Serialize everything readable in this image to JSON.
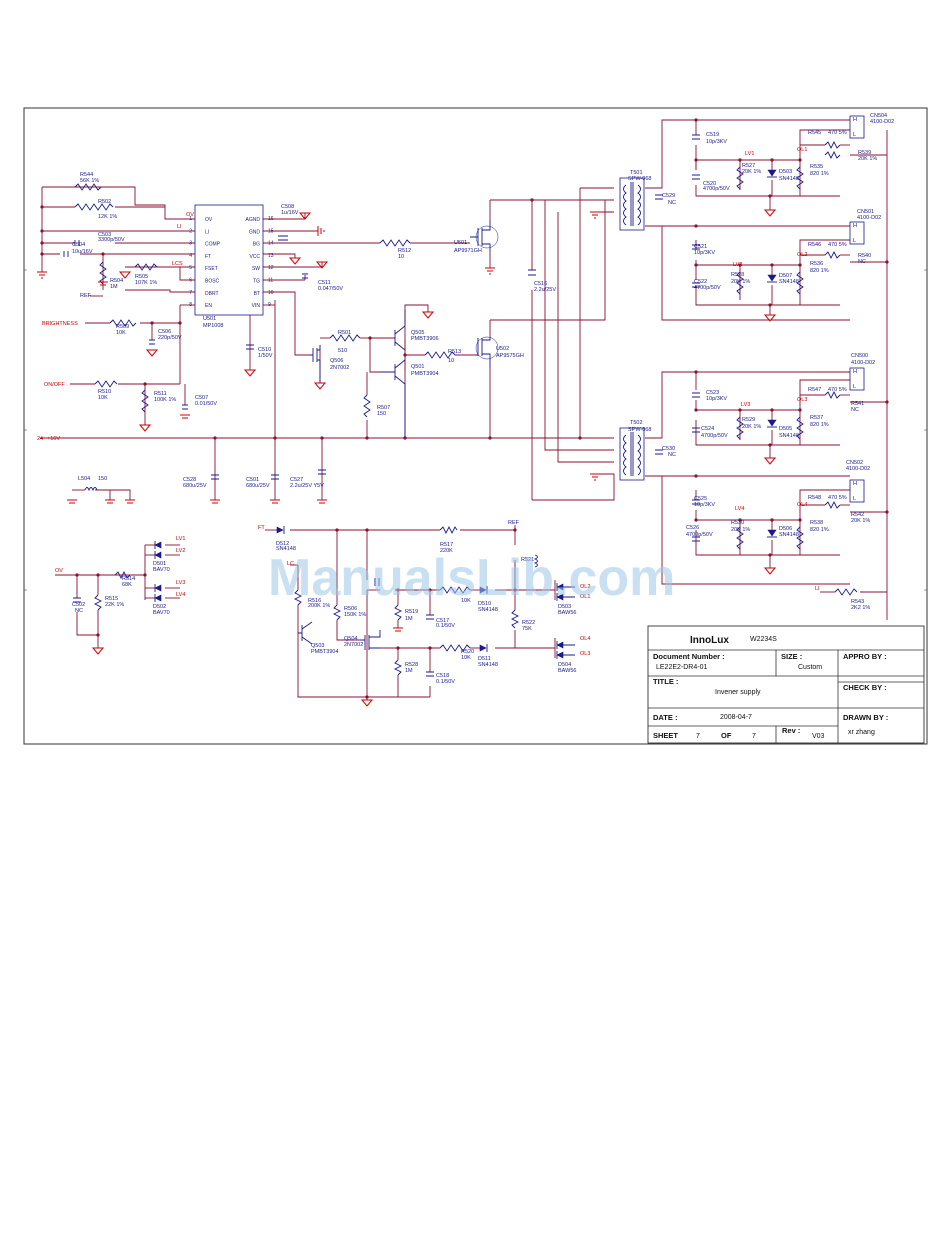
{
  "ic": {
    "ref": "U501",
    "part": "MP1008",
    "pins_left": [
      {
        "num": "1",
        "name": "OV"
      },
      {
        "num": "2",
        "name": "LI"
      },
      {
        "num": "3",
        "name": "COMP"
      },
      {
        "num": "4",
        "name": "FT"
      },
      {
        "num": "5",
        "name": "FSET"
      },
      {
        "num": "6",
        "name": "BOSC"
      },
      {
        "num": "7",
        "name": "DBRT"
      },
      {
        "num": "8",
        "name": "EN"
      }
    ],
    "pins_right": [
      {
        "num": "16",
        "name": "AGND"
      },
      {
        "num": "15",
        "name": "GND"
      },
      {
        "num": "14",
        "name": "BG"
      },
      {
        "num": "13",
        "name": "VCC"
      },
      {
        "num": "12",
        "name": "SW"
      },
      {
        "num": "11",
        "name": "TG"
      },
      {
        "num": "10",
        "name": "BT"
      },
      {
        "num": "9",
        "name": "VIN"
      }
    ]
  },
  "labels": [
    {
      "t": "R544",
      "c": "b"
    },
    {
      "t": "56K 1%",
      "c": "b"
    },
    {
      "t": "R502",
      "c": "b"
    },
    {
      "t": "12K 1%",
      "c": "b"
    },
    {
      "t": "C503",
      "c": "b"
    },
    {
      "t": "3300p/50V",
      "c": "b"
    },
    {
      "t": "C504",
      "c": "b"
    },
    {
      "t": "10u/16V",
      "c": "b"
    },
    {
      "t": "R504",
      "c": "b"
    },
    {
      "t": "1M",
      "c": "b"
    },
    {
      "t": "R505",
      "c": "b"
    },
    {
      "t": "107K 1%",
      "c": "b"
    },
    {
      "t": "REF",
      "c": "b"
    },
    {
      "t": "BRIGHTNESS",
      "c": "r"
    },
    {
      "t": "R509",
      "c": "b"
    },
    {
      "t": "10K",
      "c": "b"
    },
    {
      "t": "C506",
      "c": "b"
    },
    {
      "t": "220p/50V",
      "c": "b"
    },
    {
      "t": "ON/OFF",
      "c": "r"
    },
    {
      "t": "R510",
      "c": "b"
    },
    {
      "t": "10K",
      "c": "b"
    },
    {
      "t": "R511",
      "c": "b"
    },
    {
      "t": "100K 1%",
      "c": "b"
    },
    {
      "t": "C507",
      "c": "b"
    },
    {
      "t": "0.01/50V",
      "c": "b"
    },
    {
      "t": "24",
      "c": "r"
    },
    {
      "t": "+16V",
      "c": "r"
    },
    {
      "t": "L504",
      "c": "b"
    },
    {
      "t": "150",
      "c": "b"
    },
    {
      "t": "C528",
      "c": "b"
    },
    {
      "t": "680u/25V",
      "c": "b"
    },
    {
      "t": "C501",
      "c": "b"
    },
    {
      "t": "680u/25V",
      "c": "b"
    },
    {
      "t": "C527",
      "c": "b"
    },
    {
      "t": "2.2u/25V Y5V",
      "c": "b"
    },
    {
      "t": "C508",
      "c": "b"
    },
    {
      "t": "1u/16V",
      "c": "b"
    },
    {
      "t": "C511",
      "c": "b"
    },
    {
      "t": "0.047/50V",
      "c": "b"
    },
    {
      "t": "C510",
      "c": "b"
    },
    {
      "t": "1/50V",
      "c": "b"
    },
    {
      "t": "R512",
      "c": "b"
    },
    {
      "t": "10",
      "c": "b"
    },
    {
      "t": "U501",
      "c": "b"
    },
    {
      "t": "AP9971GH",
      "c": "b"
    },
    {
      "t": "R501",
      "c": "b"
    },
    {
      "t": "510",
      "c": "b"
    },
    {
      "t": "Q506",
      "c": "b"
    },
    {
      "t": "2N7002",
      "c": "b"
    },
    {
      "t": "Q505",
      "c": "b"
    },
    {
      "t": "PMBT3906",
      "c": "b"
    },
    {
      "t": "Q501",
      "c": "b"
    },
    {
      "t": "PMBT3904",
      "c": "b"
    },
    {
      "t": "R513",
      "c": "b"
    },
    {
      "t": "10",
      "c": "b"
    },
    {
      "t": "U502",
      "c": "b"
    },
    {
      "t": "AP9575GH",
      "c": "b"
    },
    {
      "t": "R507",
      "c": "b"
    },
    {
      "t": "150",
      "c": "b"
    },
    {
      "t": "C516",
      "c": "b"
    },
    {
      "t": "2.2u/25V",
      "c": "b"
    },
    {
      "t": "T501",
      "c": "b"
    },
    {
      "t": "SPW-068",
      "c": "b"
    },
    {
      "t": "T502",
      "c": "b"
    },
    {
      "t": "SPW-068",
      "c": "b"
    },
    {
      "t": "C529",
      "c": "b"
    },
    {
      "t": "NC",
      "c": "b"
    },
    {
      "t": "C530",
      "c": "b"
    },
    {
      "t": "NC",
      "c": "b"
    },
    {
      "t": "C519",
      "c": "b"
    },
    {
      "t": "10p/3KV",
      "c": "b"
    },
    {
      "t": "C520",
      "c": "b"
    },
    {
      "t": "4700p/50V",
      "c": "b"
    },
    {
      "t": "R527",
      "c": "b"
    },
    {
      "t": "20K 1%",
      "c": "b"
    },
    {
      "t": "D503",
      "c": "b"
    },
    {
      "t": "SN4148",
      "c": "b"
    },
    {
      "t": "R535",
      "c": "b"
    },
    {
      "t": "820 1%",
      "c": "b"
    },
    {
      "t": "R545",
      "c": "b"
    },
    {
      "t": "470 5%",
      "c": "b"
    },
    {
      "t": "R539",
      "c": "b"
    },
    {
      "t": "20K 1%",
      "c": "b"
    },
    {
      "t": "CN504",
      "c": "b"
    },
    {
      "t": "4100-D02",
      "c": "b"
    },
    {
      "t": "LV1",
      "c": "r"
    },
    {
      "t": "OL1",
      "c": "r"
    },
    {
      "t": "C521",
      "c": "b"
    },
    {
      "t": "10p/3KV",
      "c": "b"
    },
    {
      "t": "C522",
      "c": "b"
    },
    {
      "t": "4700p/50V",
      "c": "b"
    },
    {
      "t": "R528",
      "c": "b"
    },
    {
      "t": "20K 1%",
      "c": "b"
    },
    {
      "t": "D507",
      "c": "b"
    },
    {
      "t": "SN4148",
      "c": "b"
    },
    {
      "t": "R536",
      "c": "b"
    },
    {
      "t": "820 1%",
      "c": "b"
    },
    {
      "t": "R546",
      "c": "b"
    },
    {
      "t": "470 5%",
      "c": "b"
    },
    {
      "t": "R540",
      "c": "b"
    },
    {
      "t": "NC",
      "c": "b"
    },
    {
      "t": "CN501",
      "c": "b"
    },
    {
      "t": "4100-D02",
      "c": "b"
    },
    {
      "t": "LV2",
      "c": "r"
    },
    {
      "t": "OL2",
      "c": "r"
    },
    {
      "t": "C523",
      "c": "b"
    },
    {
      "t": "10p/3KV",
      "c": "b"
    },
    {
      "t": "C524",
      "c": "b"
    },
    {
      "t": "4700p/50V",
      "c": "b"
    },
    {
      "t": "R529",
      "c": "b"
    },
    {
      "t": "20K 1%",
      "c": "b"
    },
    {
      "t": "D505",
      "c": "b"
    },
    {
      "t": "SN4148",
      "c": "b"
    },
    {
      "t": "R537",
      "c": "b"
    },
    {
      "t": "820 1%",
      "c": "b"
    },
    {
      "t": "R547",
      "c": "b"
    },
    {
      "t": "470 5%",
      "c": "b"
    },
    {
      "t": "R541",
      "c": "b"
    },
    {
      "t": "NC",
      "c": "b"
    },
    {
      "t": "CN500",
      "c": "b"
    },
    {
      "t": "4100-D02",
      "c": "b"
    },
    {
      "t": "LV3",
      "c": "r"
    },
    {
      "t": "OL3",
      "c": "r"
    },
    {
      "t": "C525",
      "c": "b"
    },
    {
      "t": "10p/3KV",
      "c": "b"
    },
    {
      "t": "C526",
      "c": "b"
    },
    {
      "t": "4700p/50V",
      "c": "b"
    },
    {
      "t": "R530",
      "c": "b"
    },
    {
      "t": "20K 1%",
      "c": "b"
    },
    {
      "t": "D506",
      "c": "b"
    },
    {
      "t": "SN4148",
      "c": "b"
    },
    {
      "t": "R538",
      "c": "b"
    },
    {
      "t": "820 1%",
      "c": "b"
    },
    {
      "t": "R548",
      "c": "b"
    },
    {
      "t": "470 5%",
      "c": "b"
    },
    {
      "t": "R542",
      "c": "b"
    },
    {
      "t": "20K 1%",
      "c": "b"
    },
    {
      "t": "CN502",
      "c": "b"
    },
    {
      "t": "4100-D02",
      "c": "b"
    },
    {
      "t": "LV4",
      "c": "r"
    },
    {
      "t": "OL4",
      "c": "r"
    },
    {
      "t": "LI",
      "c": "r"
    },
    {
      "t": "R543",
      "c": "b"
    },
    {
      "t": "2K2 1%",
      "c": "b"
    },
    {
      "t": "OV",
      "c": "r"
    },
    {
      "t": "C502",
      "c": "b"
    },
    {
      "t": "NC",
      "c": "b"
    },
    {
      "t": "R514",
      "c": "b"
    },
    {
      "t": "68K",
      "c": "b"
    },
    {
      "t": "R515",
      "c": "b"
    },
    {
      "t": "22K 1%",
      "c": "b"
    },
    {
      "t": "D501",
      "c": "b"
    },
    {
      "t": "BAV70",
      "c": "b"
    },
    {
      "t": "D502",
      "c": "b"
    },
    {
      "t": "BAV70",
      "c": "b"
    },
    {
      "t": "LV1",
      "c": "r"
    },
    {
      "t": "LV2",
      "c": "r"
    },
    {
      "t": "LV3",
      "c": "r"
    },
    {
      "t": "LV4",
      "c": "r"
    },
    {
      "t": "FT",
      "c": "r"
    },
    {
      "t": "D512",
      "c": "b"
    },
    {
      "t": "SN4148",
      "c": "b"
    },
    {
      "t": "R517",
      "c": "b"
    },
    {
      "t": "220K",
      "c": "b"
    },
    {
      "t": "REF",
      "c": "b"
    },
    {
      "t": "R521",
      "c": "b"
    },
    {
      "t": "R516",
      "c": "b"
    },
    {
      "t": "200K 1%",
      "c": "b"
    },
    {
      "t": "R506",
      "c": "b"
    },
    {
      "t": "150K 1%",
      "c": "b"
    },
    {
      "t": "R519",
      "c": "b"
    },
    {
      "t": "1M",
      "c": "b"
    },
    {
      "t": "C517",
      "c": "b"
    },
    {
      "t": "0.1/50V",
      "c": "b"
    },
    {
      "t": "D510",
      "c": "b"
    },
    {
      "t": "SN4148",
      "c": "b"
    },
    {
      "t": "10K",
      "c": "b"
    },
    {
      "t": "R522",
      "c": "b"
    },
    {
      "t": "75K",
      "c": "b"
    },
    {
      "t": "D503",
      "c": "b"
    },
    {
      "t": "BAW56",
      "c": "b"
    },
    {
      "t": "OL1",
      "c": "r"
    },
    {
      "t": "OL2",
      "c": "r"
    },
    {
      "t": "Q503",
      "c": "b"
    },
    {
      "t": "PMBT3904",
      "c": "b"
    },
    {
      "t": "Q504",
      "c": "b"
    },
    {
      "t": "2N7002",
      "c": "b"
    },
    {
      "t": "R520",
      "c": "b"
    },
    {
      "t": "10K",
      "c": "b"
    },
    {
      "t": "D511",
      "c": "b"
    },
    {
      "t": "SN4148",
      "c": "b"
    },
    {
      "t": "R528",
      "c": "b"
    },
    {
      "t": "1M",
      "c": "b"
    },
    {
      "t": "C518",
      "c": "b"
    },
    {
      "t": "0.1/50V",
      "c": "b"
    },
    {
      "t": "D504",
      "c": "b"
    },
    {
      "t": "BAW56",
      "c": "b"
    },
    {
      "t": "OL4",
      "c": "r"
    },
    {
      "t": "OL3",
      "c": "r"
    },
    {
      "t": "LC",
      "c": "r"
    },
    {
      "t": "LCS",
      "c": "r"
    },
    {
      "t": "OV",
      "c": "r"
    },
    {
      "t": "LI",
      "c": "r"
    },
    {
      "t": "H",
      "c": "b"
    },
    {
      "t": "L",
      "c": "b"
    },
    {
      "t": "H",
      "c": "b"
    },
    {
      "t": "L",
      "c": "b"
    },
    {
      "t": "H",
      "c": "b"
    },
    {
      "t": "L",
      "c": "b"
    },
    {
      "t": "H",
      "c": "b"
    },
    {
      "t": "L",
      "c": "b"
    }
  ],
  "title_block": {
    "company": "InnoLux",
    "model": "W2234S",
    "doc_number_label": "Document Number :",
    "doc_number": "LE22E2-DR4-01",
    "size_label": "SIZE :",
    "size": "Custom",
    "appro_label": "APPRO BY :",
    "title_label": "TITLE :",
    "title": "Invener supply",
    "check_label": "CHECK BY :",
    "date_label": "DATE :",
    "date": "2008-04-7",
    "drawn_label": "DRAWN BY :",
    "drawn_by": "xr zhang",
    "sheet_label": "SHEET",
    "sheet": "7",
    "of_label": "OF",
    "of": "7",
    "rev_label": "Rev :",
    "rev": "V03"
  },
  "watermark": "ManualsLib.com"
}
